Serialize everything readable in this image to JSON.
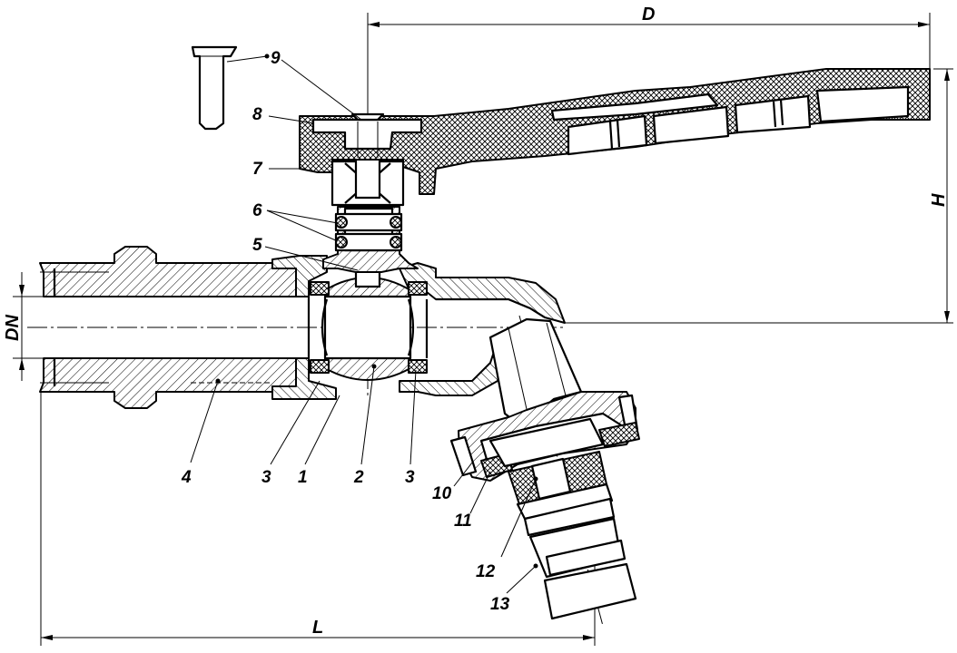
{
  "drawing": {
    "dimensions": {
      "D": "D",
      "H": "H",
      "L": "L",
      "DN": "DN"
    },
    "callouts": [
      {
        "id": "c1",
        "label": "1"
      },
      {
        "id": "c2",
        "label": "2"
      },
      {
        "id": "c3a",
        "label": "3"
      },
      {
        "id": "c3b",
        "label": "3"
      },
      {
        "id": "c4",
        "label": "4"
      },
      {
        "id": "c5",
        "label": "5"
      },
      {
        "id": "c6",
        "label": "6"
      },
      {
        "id": "c7",
        "label": "7"
      },
      {
        "id": "c8",
        "label": "8"
      },
      {
        "id": "c9",
        "label": "9"
      },
      {
        "id": "c10",
        "label": "10"
      },
      {
        "id": "c11",
        "label": "11"
      },
      {
        "id": "c12",
        "label": "12"
      },
      {
        "id": "c13",
        "label": "13"
      }
    ]
  }
}
